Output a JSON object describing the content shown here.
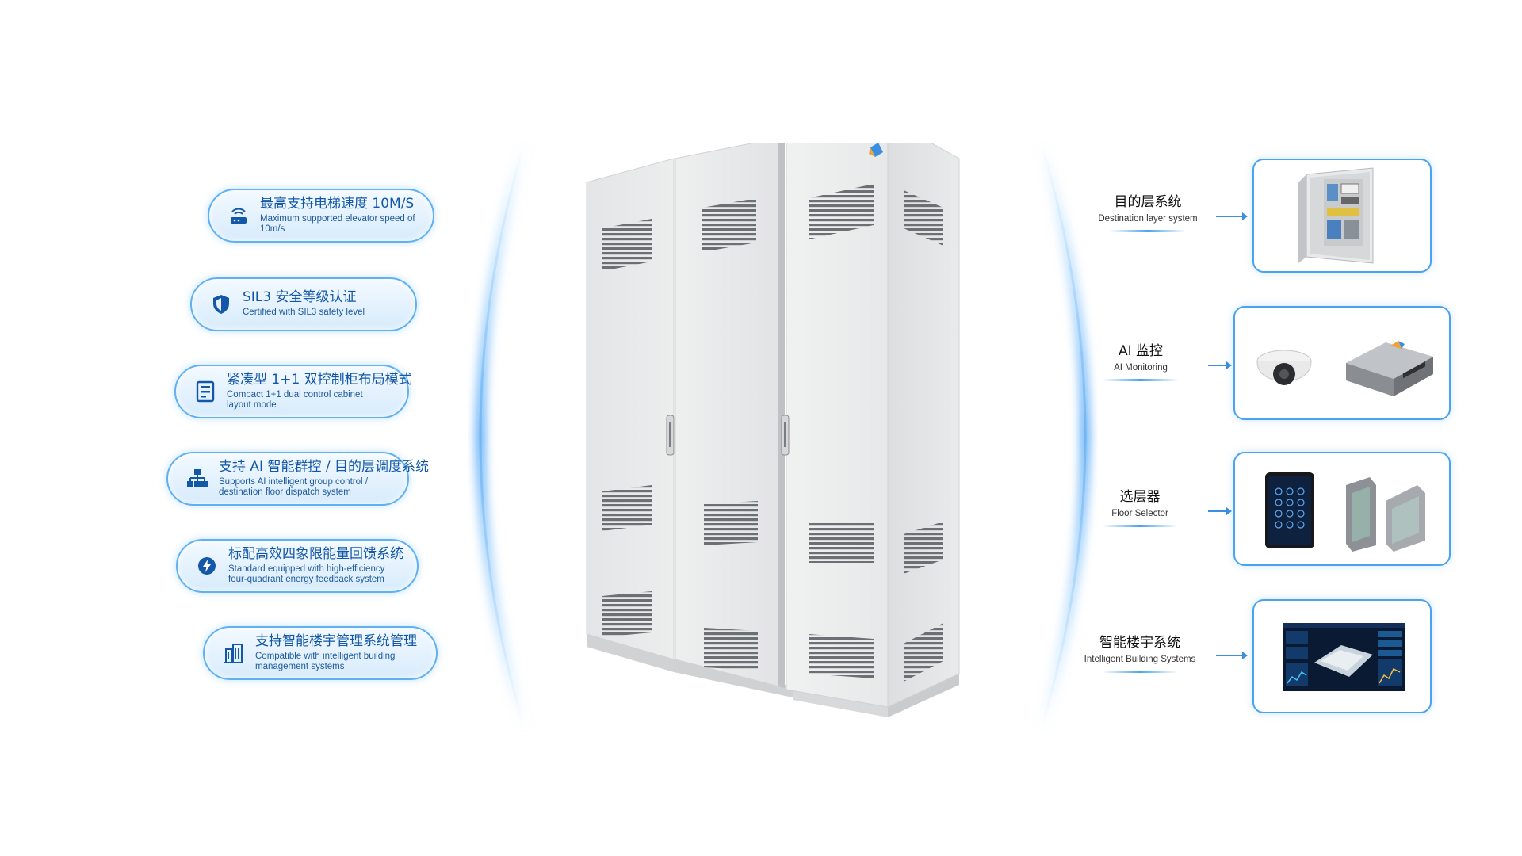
{
  "features": [
    {
      "icon": "wifi-speed-icon",
      "zh": "最高支持电梯速度 10M/S",
      "en": "Maximum supported elevator speed of 10m/s"
    },
    {
      "icon": "shield-icon",
      "zh": "SIL3 安全等级认证",
      "en": "Certified with SIL3 safety level"
    },
    {
      "icon": "cabinet-layout-icon",
      "zh": "紧凑型 1+1 双控制柜布局模式",
      "en": "Compact 1+1 dual control cabinet layout mode"
    },
    {
      "icon": "org-chart-icon",
      "zh": "支持 AI 智能群控 / 目的层调度系统",
      "en": "Supports AI intelligent group control / destination floor dispatch system"
    },
    {
      "icon": "energy-bolt-icon",
      "zh": "标配高效四象限能量回馈系统",
      "en": "Standard equipped with high-efficiency four-quadrant energy feedback system"
    },
    {
      "icon": "building-icon",
      "zh": "支持智能楼宇管理系统管理",
      "en": "Compatible with intelligent building management systems"
    }
  ],
  "systems": [
    {
      "zh": "目的层系统",
      "en": "Destination layer system"
    },
    {
      "zh": "AI 监控",
      "en": "AI Monitoring"
    },
    {
      "zh": "选层器",
      "en": "Floor Selector"
    },
    {
      "zh": "智能楼宇系统",
      "en": "Intelligent Building Systems"
    }
  ],
  "colors": {
    "accent": "#4aa3ee",
    "pill_text": "#1358a8",
    "cabinet": "#e9eaec"
  }
}
